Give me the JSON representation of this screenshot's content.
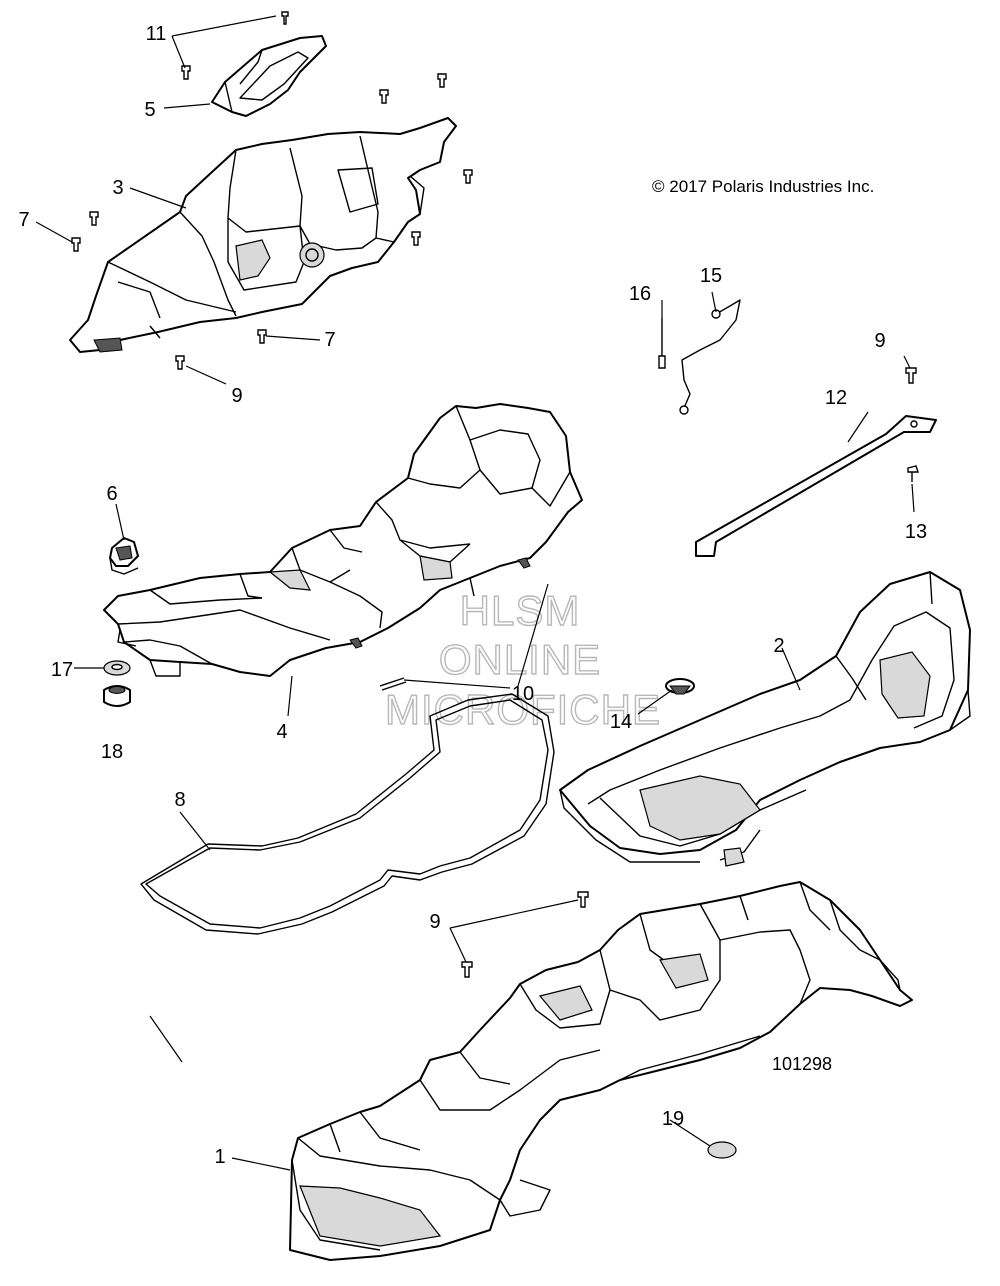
{
  "copyright": "© 2017 Polaris Industries Inc.",
  "diagram_id": "101298",
  "watermark": [
    "HLSM",
    "ONLINE",
    "MICROFICHE"
  ],
  "callouts": {
    "c1": "1",
    "c2": "2",
    "c3": "3",
    "c4": "4",
    "c5": "5",
    "c6": "6",
    "c7a": "7",
    "c7b": "7",
    "c8": "8",
    "c9a": "9",
    "c9b": "9",
    "c9c": "9",
    "c10": "10",
    "c11": "11",
    "c12": "12",
    "c13": "13",
    "c14": "14",
    "c15": "15",
    "c16": "16",
    "c17": "17",
    "c18": "18",
    "c19": "19"
  }
}
